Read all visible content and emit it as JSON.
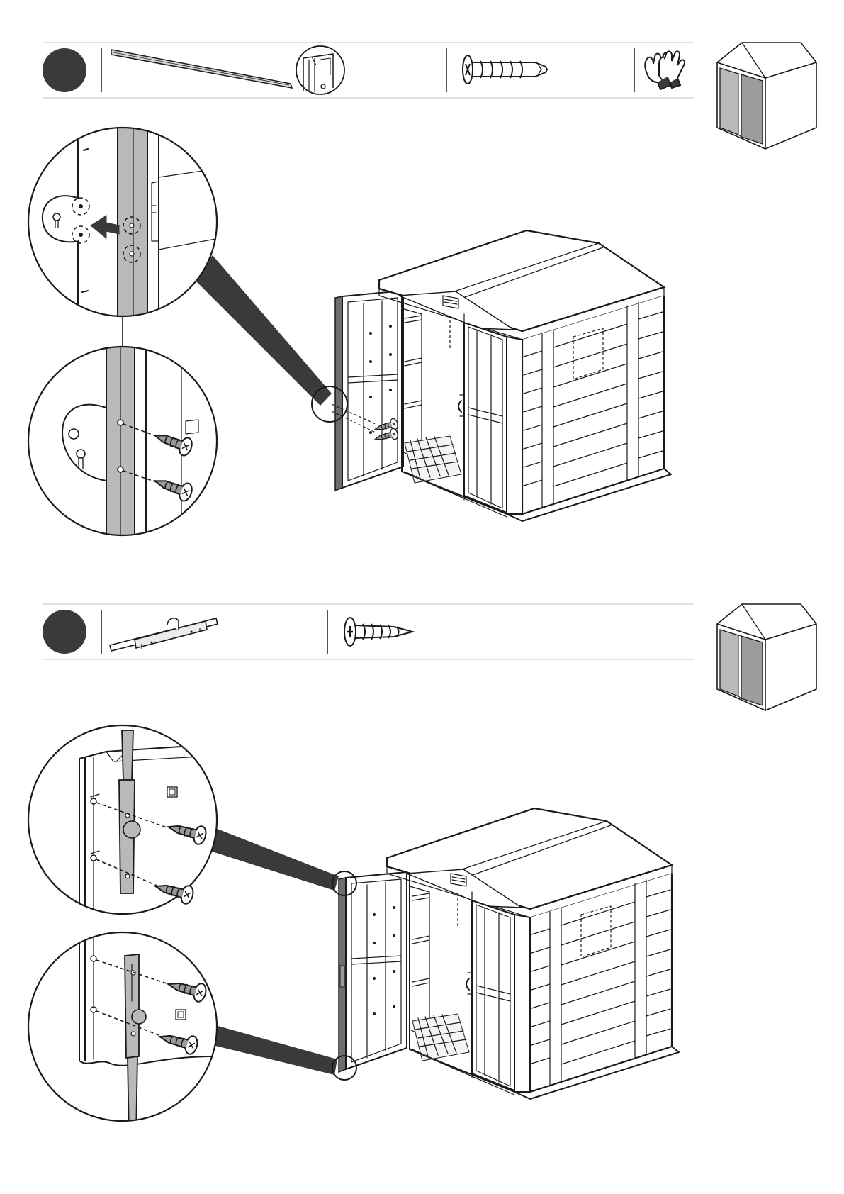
{
  "document": {
    "type": "assembly-instructions",
    "page": "door-fitting",
    "colors": {
      "ink": "#1a1a1a",
      "step_badge": "#3a3a3a",
      "panel_gray": "#b9b9b9",
      "light_gray": "#dcdcdc",
      "rule": "#cfcfcf"
    }
  },
  "steps": [
    {
      "id": "step-a",
      "badge_label": "",
      "parts": [
        "long-hinge-profile-icon",
        "profile-detail-icon",
        "self-drilling-screw-icon",
        "gloves-icon"
      ],
      "reference_icon": "shed-thumbnail-icon",
      "callouts": [
        "hinge-screw-location-detail",
        "hinge-screw-fixing-detail"
      ]
    },
    {
      "id": "step-b",
      "badge_label": "",
      "parts": [
        "door-bolt-icon",
        "wood-screw-icon"
      ],
      "reference_icon": "shed-thumbnail-icon",
      "callouts": [
        "top-door-bolt-detail",
        "bottom-door-bolt-detail"
      ]
    }
  ]
}
